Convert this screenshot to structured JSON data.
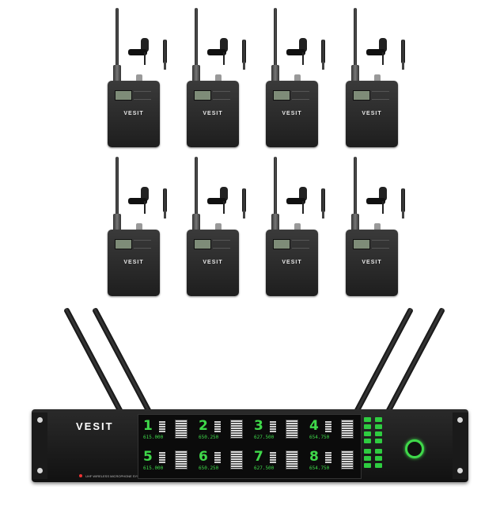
{
  "image": {
    "bodypack_logo": "VESIT",
    "receiver": {
      "brand": "VESIT",
      "model_line": "UHF WIRELESS MICROPHONE SYSTEM",
      "channels": [
        {
          "num": "1",
          "freq": "615.000"
        },
        {
          "num": "2",
          "freq": "650.250"
        },
        {
          "num": "3",
          "freq": "627.500"
        },
        {
          "num": "4",
          "freq": "654.750"
        },
        {
          "num": "5",
          "freq": "615.000"
        },
        {
          "num": "6",
          "freq": "650.250"
        },
        {
          "num": "7",
          "freq": "627.500"
        },
        {
          "num": "8",
          "freq": "654.750"
        }
      ]
    },
    "colors": {
      "display_green": "#3fd84a",
      "body": "#1e1e1e",
      "background": "#ffffff"
    }
  }
}
